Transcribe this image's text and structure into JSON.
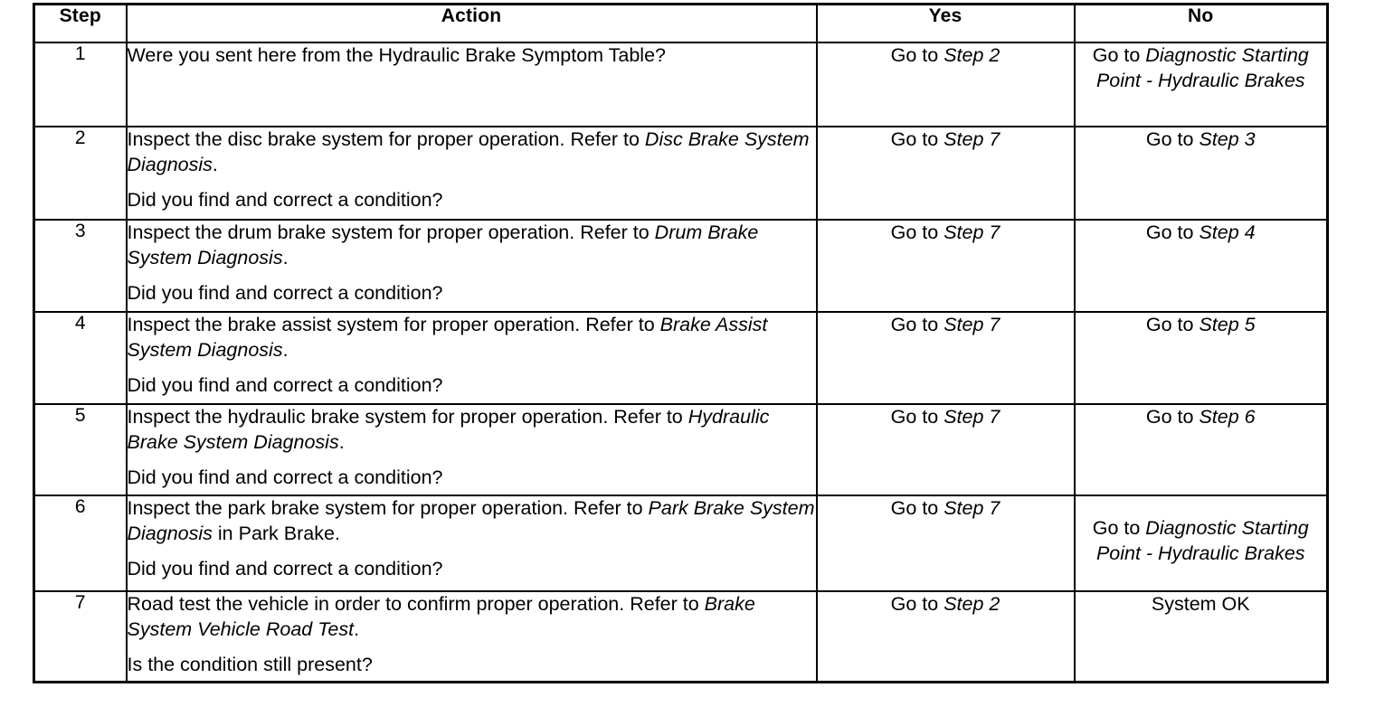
{
  "table": {
    "headers": {
      "step": "Step",
      "action": "Action",
      "yes": "Yes",
      "no": "No"
    },
    "rows": [
      {
        "step": "1",
        "action_line1_pre": "Were you sent here from the Hydraulic Brake Symptom Table?",
        "action_line1_italic": "",
        "action_line1_post": "",
        "action_line2": "",
        "yes_pre": "Go to ",
        "yes_italic": "Step 2",
        "no_pre": "Go to ",
        "no_italic": "Diagnostic Starting Point - Hydraulic Brakes",
        "no_align": "bottom",
        "yes_align": "bottom"
      },
      {
        "step": "2",
        "action_line1_pre": "Inspect the disc brake system for proper operation. Refer to ",
        "action_line1_italic": "Disc Brake System Diagnosis",
        "action_line1_post": ".",
        "action_line2": "Did you find and correct a condition?",
        "yes_pre": "Go to ",
        "yes_italic": "Step 7",
        "no_pre": "Go to ",
        "no_italic": "Step 3",
        "no_align": "bottom",
        "yes_align": "bottom"
      },
      {
        "step": "3",
        "action_line1_pre": "Inspect the drum brake system for proper operation. Refer to ",
        "action_line1_italic": "Drum Brake System Diagnosis",
        "action_line1_post": ".",
        "action_line2": "Did you find and correct a condition?",
        "yes_pre": "Go to ",
        "yes_italic": "Step 7",
        "no_pre": "Go to ",
        "no_italic": "Step 4",
        "no_align": "bottom",
        "yes_align": "bottom"
      },
      {
        "step": "4",
        "action_line1_pre": "Inspect the brake assist system for proper operation. Refer to ",
        "action_line1_italic": "Brake Assist System Diagnosis",
        "action_line1_post": ".",
        "action_line2": "Did you find and correct a condition?",
        "yes_pre": "Go to ",
        "yes_italic": "Step 7",
        "no_pre": "Go to ",
        "no_italic": "Step 5",
        "no_align": "bottom",
        "yes_align": "bottom"
      },
      {
        "step": "5",
        "action_line1_pre": "Inspect the hydraulic brake system for proper operation. Refer to ",
        "action_line1_italic": "Hydraulic Brake System Diagnosis",
        "action_line1_post": ".",
        "action_line2": "Did you find and correct a condition?",
        "yes_pre": "Go to ",
        "yes_italic": "Step 7",
        "no_pre": "Go to ",
        "no_italic": "Step 6",
        "no_align": "bottom",
        "yes_align": "bottom"
      },
      {
        "step": "6",
        "action_line1_pre": "Inspect the park brake system for proper operation. Refer to ",
        "action_line1_italic": "Park Brake System Diagnosis",
        "action_line1_post": " in Park Brake.",
        "action_line2": "Did you find and correct a condition?",
        "yes_pre": "Go to ",
        "yes_italic": "Step 7",
        "no_pre": "Go to ",
        "no_italic": "Diagnostic Starting Point - Hydraulic Brakes",
        "no_align": "middle",
        "yes_align": "bottom"
      },
      {
        "step": "7",
        "action_line1_pre": "Road test the vehicle in order to confirm proper operation. Refer to ",
        "action_line1_italic": "Brake System Vehicle Road Test",
        "action_line1_post": ".",
        "action_line2": "Is the condition still present?",
        "yes_pre": "Go to ",
        "yes_italic": "Step 2",
        "no_pre": "System OK",
        "no_italic": "",
        "no_align": "bottom",
        "yes_align": "bottom"
      }
    ]
  },
  "colors": {
    "background": "#ffffff",
    "text": "#000000",
    "border": "#000000"
  }
}
